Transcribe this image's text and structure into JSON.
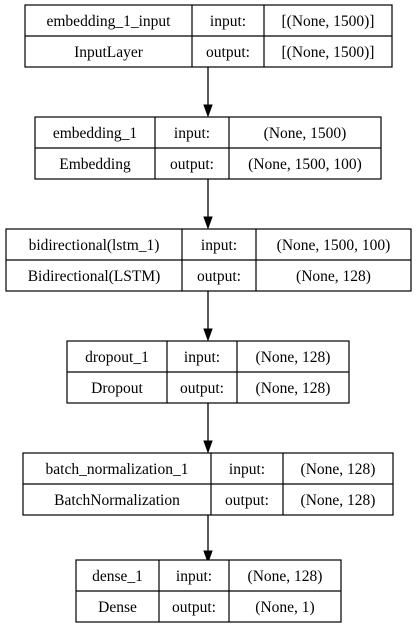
{
  "diagram": {
    "nodes": [
      {
        "name": "embedding_1_input",
        "type": "InputLayer",
        "input_label": "input:",
        "output_label": "output:",
        "input_shape": "[(None, 1500)]",
        "output_shape": "[(None, 1500)]"
      },
      {
        "name": "embedding_1",
        "type": "Embedding",
        "input_label": "input:",
        "output_label": "output:",
        "input_shape": "(None, 1500)",
        "output_shape": "(None, 1500, 100)"
      },
      {
        "name": "bidirectional(lstm_1)",
        "type": "Bidirectional(LSTM)",
        "input_label": "input:",
        "output_label": "output:",
        "input_shape": "(None, 1500, 100)",
        "output_shape": "(None, 128)"
      },
      {
        "name": "dropout_1",
        "type": "Dropout",
        "input_label": "input:",
        "output_label": "output:",
        "input_shape": "(None, 128)",
        "output_shape": "(None, 128)"
      },
      {
        "name": "batch_normalization_1",
        "type": "BatchNormalization",
        "input_label": "input:",
        "output_label": "output:",
        "input_shape": "(None, 128)",
        "output_shape": "(None, 128)"
      },
      {
        "name": "dense_1",
        "type": "Dense",
        "input_label": "input:",
        "output_label": "output:",
        "input_shape": "(None, 128)",
        "output_shape": "(None, 1)"
      }
    ]
  }
}
